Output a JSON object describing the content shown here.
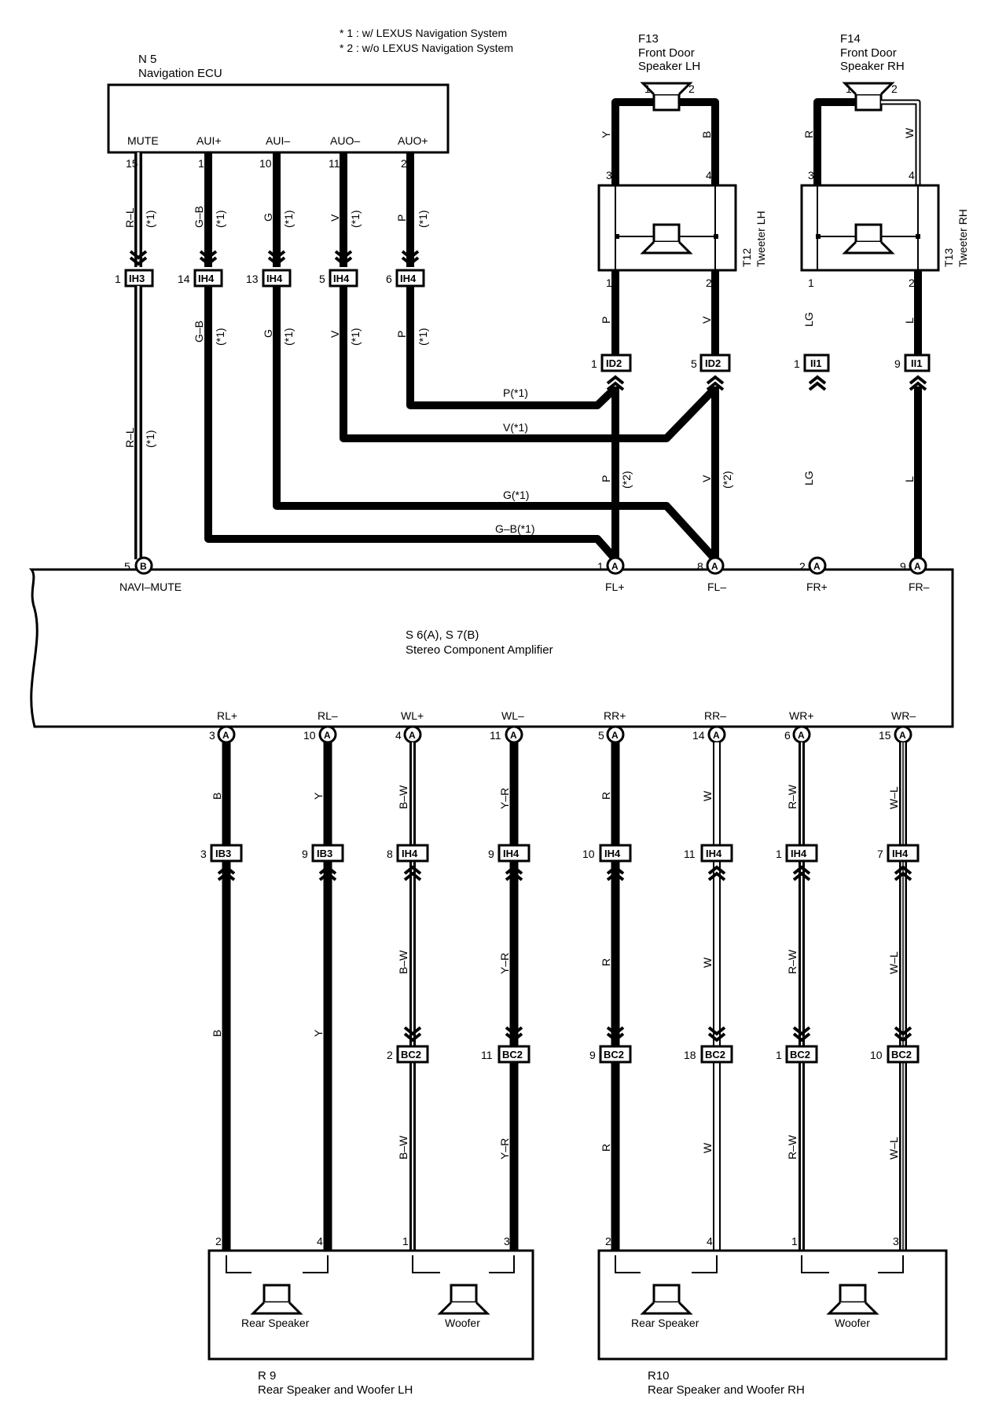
{
  "notes": [
    "* 1 : w/ LEXUS Navigation System",
    "* 2 : w/o LEXUS Navigation System"
  ],
  "components": {
    "nav_ecu": {
      "code": "N 5",
      "name": "Navigation ECU",
      "terminals": [
        "MUTE",
        "AUI+",
        "AUI–",
        "AUO–",
        "AUO+"
      ]
    },
    "f13": {
      "code": "F13",
      "name_line1": "Front Door",
      "name_line2": "Speaker LH"
    },
    "f14": {
      "code": "F14",
      "name_line1": "Front Door",
      "name_line2": "Speaker RH"
    },
    "t12": {
      "code": "T12",
      "name": "Tweeter LH"
    },
    "t13": {
      "code": "T13",
      "name": "Tweeter RH"
    },
    "amp": {
      "code": "S 6(A), S 7(B)",
      "name": "Stereo Component Amplifier",
      "top_terminals": [
        "NAVI–MUTE",
        "FL+",
        "FL–",
        "FR+",
        "FR–"
      ],
      "bottom_terminals": [
        "RL+",
        "RL–",
        "WL+",
        "WL–",
        "RR+",
        "RR–",
        "WR+",
        "WR–"
      ]
    },
    "r9": {
      "code": "R 9",
      "name": "Rear Speaker and Woofer LH",
      "rear": "Rear Speaker",
      "woofer": "Woofer"
    },
    "r10": {
      "code": "R10",
      "name": "Rear Speaker and Woofer RH",
      "rear": "Rear Speaker",
      "woofer": "Woofer"
    }
  },
  "ecu_pins": [
    "15",
    "1",
    "10",
    "11",
    "2"
  ],
  "ecu_wires": [
    "R–L",
    "G–B",
    "G",
    "V",
    "P"
  ],
  "note1": "(*1)",
  "note2": "(*2)",
  "connectors_top": [
    {
      "pin": "1",
      "name": "IH3"
    },
    {
      "pin": "14",
      "name": "IH4"
    },
    {
      "pin": "13",
      "name": "IH4"
    },
    {
      "pin": "5",
      "name": "IH4"
    },
    {
      "pin": "6",
      "name": "IH4"
    }
  ],
  "below_conn_wires": [
    "G–B",
    "G",
    "V",
    "P"
  ],
  "r_l_lower": "R–L",
  "speaker_pins": {
    "f13": [
      "1",
      "2"
    ],
    "f14": [
      "1",
      "2"
    ],
    "t12_top": [
      "3",
      "4"
    ],
    "t13_top": [
      "3",
      "4"
    ],
    "t12_bot": [
      "1",
      "2"
    ],
    "t13_bot": [
      "1",
      "2"
    ]
  },
  "speaker_wires": {
    "f13": [
      "Y",
      "B"
    ],
    "f14": [
      "R",
      "W"
    ],
    "t12_bot": [
      "P",
      "V"
    ],
    "t13_bot": [
      "LG",
      "L"
    ]
  },
  "id_connectors": [
    {
      "pin": "1",
      "name": "ID2"
    },
    {
      "pin": "5",
      "name": "ID2"
    },
    {
      "pin": "1",
      "name": "II1"
    },
    {
      "pin": "9",
      "name": "II1"
    }
  ],
  "cross_labels": [
    "P(*1)",
    "V(*1)",
    "G(*1)",
    "G–B(*1)"
  ],
  "fl_wires": [
    "P",
    "V",
    "LG",
    "L"
  ],
  "amp_top_pins": [
    {
      "pin": "5",
      "conn": "B"
    },
    {
      "pin": "1",
      "conn": "A"
    },
    {
      "pin": "8",
      "conn": "A"
    },
    {
      "pin": "2",
      "conn": "A"
    },
    {
      "pin": "9",
      "conn": "A"
    }
  ],
  "amp_bottom_pins": [
    {
      "pin": "3",
      "conn": "A"
    },
    {
      "pin": "10",
      "conn": "A"
    },
    {
      "pin": "4",
      "conn": "A"
    },
    {
      "pin": "11",
      "conn": "A"
    },
    {
      "pin": "5",
      "conn": "A"
    },
    {
      "pin": "14",
      "conn": "A"
    },
    {
      "pin": "6",
      "conn": "A"
    },
    {
      "pin": "15",
      "conn": "A"
    }
  ],
  "rear_wires": [
    "B",
    "Y",
    "B–W",
    "Y–R",
    "R",
    "W",
    "R–W",
    "W–L"
  ],
  "mid_connectors": [
    {
      "pin": "3",
      "name": "IB3"
    },
    {
      "pin": "9",
      "name": "IB3"
    },
    {
      "pin": "8",
      "name": "IH4"
    },
    {
      "pin": "9",
      "name": "IH4"
    },
    {
      "pin": "10",
      "name": "IH4"
    },
    {
      "pin": "11",
      "name": "IH4"
    },
    {
      "pin": "1",
      "name": "IH4"
    },
    {
      "pin": "7",
      "name": "IH4"
    }
  ],
  "bc2_connectors": [
    {
      "pin": "2",
      "name": "BC2"
    },
    {
      "pin": "11",
      "name": "BC2"
    },
    {
      "pin": "9",
      "name": "BC2"
    },
    {
      "pin": "18",
      "name": "BC2"
    },
    {
      "pin": "1",
      "name": "BC2"
    },
    {
      "pin": "10",
      "name": "BC2"
    }
  ],
  "speaker_box_pins": [
    "2",
    "4",
    "1",
    "3",
    "2",
    "4",
    "1",
    "3"
  ]
}
